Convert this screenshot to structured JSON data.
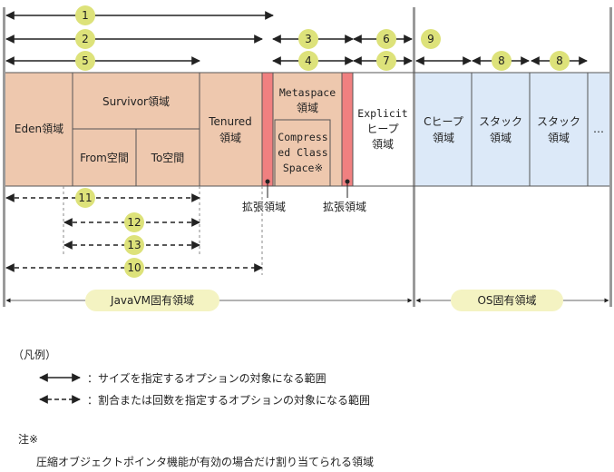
{
  "diagram": {
    "regions": {
      "eden": "Eden領域",
      "survivor": "Survivor領域",
      "from": "From空間",
      "to": "To空間",
      "tenured_l1": "Tenured",
      "tenured_l2": "領域",
      "metaspace_l1": "Metaspace",
      "metaspace_l2": "領域",
      "ccs_l1": "Compress",
      "ccs_l2": "ed Class",
      "ccs_l3": "Space※",
      "explicit_l1": "Explicit",
      "explicit_l2": "ヒープ",
      "explicit_l3": "領域",
      "cheap_l1": "Cヒープ",
      "cheap_l2": "領域",
      "stack1_l1": "スタック",
      "stack1_l2": "領域",
      "stack2_l1": "スタック",
      "stack2_l2": "領域",
      "more": "…",
      "expand1": "拡張領域",
      "expand2": "拡張領域"
    },
    "numbers": [
      "1",
      "2",
      "3",
      "4",
      "5",
      "6",
      "7",
      "8",
      "9",
      "10",
      "11",
      "12",
      "13"
    ],
    "bottom": {
      "javavm": "JavaVM固有領域",
      "os": "OS固有領域"
    },
    "colors": {
      "java_region": "#EEC8AE",
      "os_region": "#DCE9F8",
      "expand_region": "#F08080",
      "number_badge": "#DDE27A",
      "bottom_badge": "#F4F3C2"
    }
  },
  "legend": {
    "title": "（凡例）",
    "solid": "：サイズを指定するオプションの対象になる範囲",
    "dashed": "：割合または回数を指定するオプションの対象になる範囲",
    "note_title": "注※",
    "note_text": "圧縮オブジェクトポインタ機能が有効の場合だけ割り当てられる領域"
  }
}
